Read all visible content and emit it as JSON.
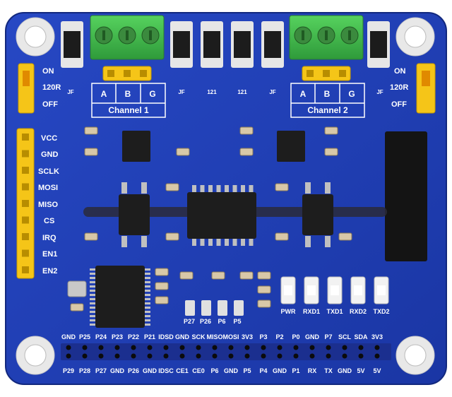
{
  "left_switch": [
    "ON",
    "120R",
    "OFF"
  ],
  "right_switch": [
    "ON",
    "120R",
    "OFF"
  ],
  "left_header_labels": [
    "VCC",
    "GND",
    "SCLK",
    "MOSI",
    "MISO",
    "CS",
    "IRQ",
    "EN1",
    "EN2"
  ],
  "channel_1": {
    "title": "Channel 1",
    "pins": [
      "A",
      "B",
      "G"
    ]
  },
  "channel_2": {
    "title": "Channel 2",
    "pins": [
      "A",
      "B",
      "G"
    ]
  },
  "jumper_labels": [
    "P27",
    "P26",
    "P6",
    "P5"
  ],
  "led_labels": [
    "PWR",
    "RXD1",
    "TXD1",
    "RXD2",
    "TXD2"
  ],
  "gpio_top": [
    "GND",
    "P25",
    "P24",
    "P23",
    "P22",
    "P21",
    "IDSD",
    "GND",
    "SCK",
    "MISO",
    "MOSI",
    "3V3",
    "P3",
    "P2",
    "P0",
    "GND",
    "P7",
    "SCL",
    "SDA",
    "3V3"
  ],
  "gpio_bottom": [
    "P29",
    "P28",
    "P27",
    "GND",
    "P26",
    "GND",
    "IDSC",
    "CE1",
    "CE0",
    "P6",
    "GND",
    "P5",
    "P4",
    "GND",
    "P1",
    "RX",
    "TX",
    "GND",
    "5V",
    "5V"
  ],
  "resistor_marks": [
    "JF",
    "121",
    "121",
    "JF",
    "JF",
    "JF"
  ],
  "colors": {
    "pcb": "#1f3fb0",
    "pcb_edge": "#16309a",
    "terminal": "#3fbf4a",
    "header": "#f5c518",
    "chip": "#1d1d1d",
    "silk": "#ffffff"
  }
}
